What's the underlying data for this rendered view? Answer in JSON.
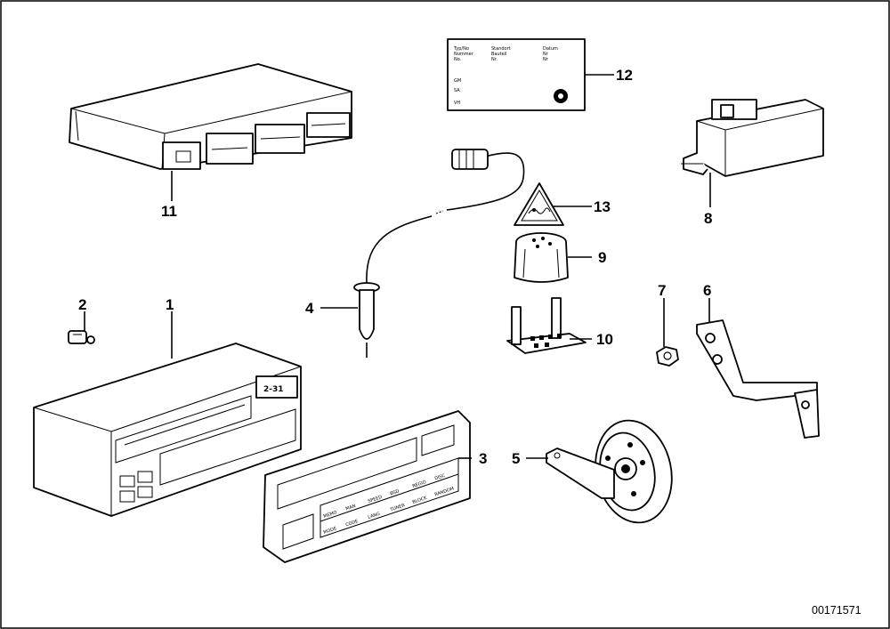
{
  "diagram_id": "00171571",
  "callouts": [
    {
      "number": "1"
    },
    {
      "number": "2"
    },
    {
      "number": "3"
    },
    {
      "number": "4"
    },
    {
      "number": "5"
    },
    {
      "number": "6"
    },
    {
      "number": "7"
    },
    {
      "number": "8"
    },
    {
      "number": "9"
    },
    {
      "number": "10"
    },
    {
      "number": "11"
    },
    {
      "number": "12"
    },
    {
      "number": "13"
    }
  ],
  "radio_display": {
    "label": "2-31"
  },
  "faceplate_buttons": [
    "MEMO",
    "MAN",
    "SPEED",
    "BSD",
    "REGIO",
    "DISC",
    "MODE",
    "CODE",
    "LANG",
    "TUNER",
    "BLOCK",
    "RANDOM"
  ]
}
